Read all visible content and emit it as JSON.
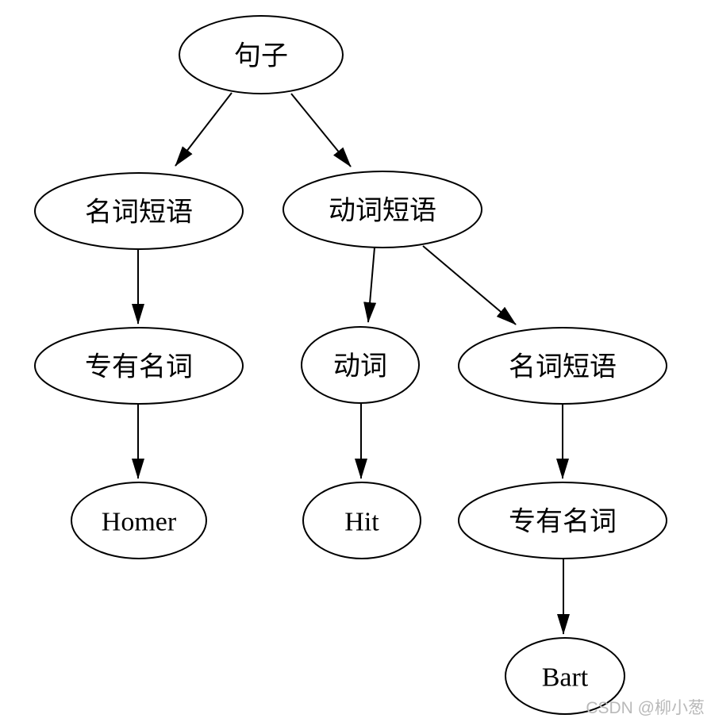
{
  "diagram": {
    "type": "tree",
    "description": "Syntax parse tree of a sentence",
    "stroke_color": "#000000",
    "node_fill_color": "#ffffff",
    "nodes": {
      "sentence": {
        "label": "句子"
      },
      "np_left": {
        "label": "名词短语"
      },
      "vp": {
        "label": "动词短语"
      },
      "pn_left": {
        "label": "专有名词"
      },
      "verb": {
        "label": "动词"
      },
      "np_right": {
        "label": "名词短语"
      },
      "homer": {
        "label": "Homer"
      },
      "hit": {
        "label": "Hit"
      },
      "pn_right": {
        "label": "专有名词"
      },
      "bart": {
        "label": "Bart"
      }
    },
    "edges": [
      {
        "from": "sentence",
        "to": "np_left"
      },
      {
        "from": "sentence",
        "to": "vp"
      },
      {
        "from": "np_left",
        "to": "pn_left"
      },
      {
        "from": "pn_left",
        "to": "homer"
      },
      {
        "from": "vp",
        "to": "verb"
      },
      {
        "from": "vp",
        "to": "np_right"
      },
      {
        "from": "verb",
        "to": "hit"
      },
      {
        "from": "np_right",
        "to": "pn_right"
      },
      {
        "from": "pn_right",
        "to": "bart"
      }
    ]
  },
  "watermark": {
    "text": "CSDN @柳小葱",
    "color": "#b9b9b9"
  }
}
